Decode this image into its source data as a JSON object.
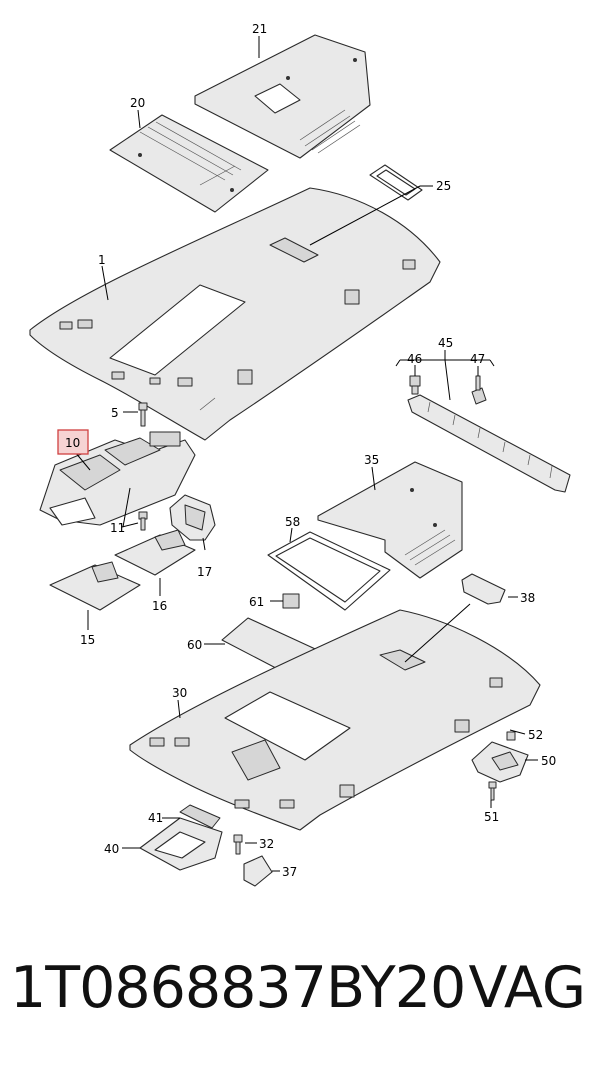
{
  "diagram": {
    "callouts": {
      "c1": "1",
      "c5": "5",
      "c10": "10",
      "c11": "11",
      "c15": "15",
      "c16": "16",
      "c17": "17",
      "c20": "20",
      "c21": "21",
      "c25": "25",
      "c30": "30",
      "c32": "32",
      "c35": "35",
      "c37": "37",
      "c38": "38",
      "c40": "40",
      "c41": "41",
      "c45": "45",
      "c46": "46",
      "c47": "47",
      "c50": "50",
      "c51": "51",
      "c52": "52",
      "c58": "58",
      "c60": "60",
      "c61": "61"
    },
    "highlighted_callout": "10",
    "highlight_color": "#d04040"
  },
  "footer": {
    "part_number": "1T0868837BY20",
    "brand": "VAG"
  }
}
